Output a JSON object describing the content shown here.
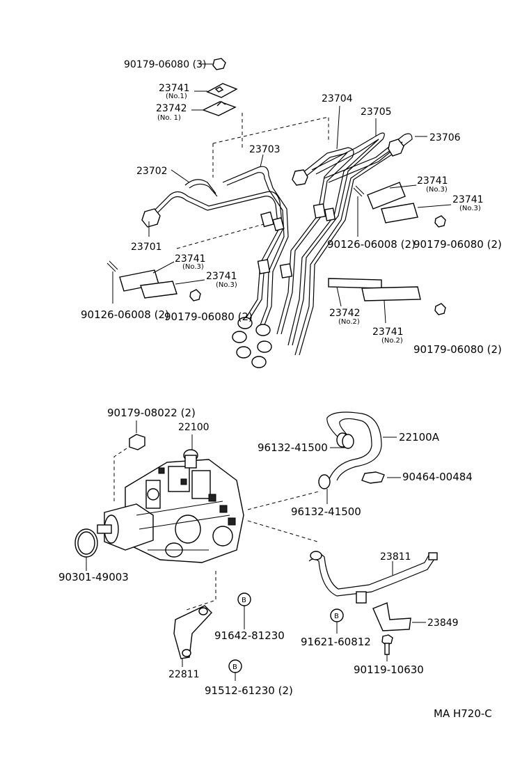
{
  "diagram_code": "MA H720-C",
  "labels": {
    "p_90179_06080_3": "90179-06080 (3)",
    "p_23741_no1": "23741",
    "p_23741_no1_note": "(No.1)",
    "p_23742_no1": "23742",
    "p_23742_no1_note": "(No. 1)",
    "p_23704": "23704",
    "p_23705": "23705",
    "p_23706": "23706",
    "p_23703": "23703",
    "p_23702": "23702",
    "p_23701": "23701",
    "p_23741_no3_a": "23741",
    "p_23741_no3_a_note": "(No.3)",
    "p_23741_no3_b": "23741",
    "p_23741_no3_b_note": "(No.3)",
    "p_90126_06008_r": "90126-06008 (2)",
    "p_90179_06080_r1": "90179-06080 (2)",
    "p_23741_no3_c": "23741",
    "p_23741_no3_c_note": "(No.3)",
    "p_23741_no3_d": "23741",
    "p_23741_no3_d_note": "(No.3)",
    "p_90126_06008_l": "90126-06008 (2)",
    "p_90179_06080_l": "90179-06080 (2)",
    "p_23742_no2": "23742",
    "p_23742_no2_note": "(No.2)",
    "p_23741_no2": "23741",
    "p_23741_no2_note": "(No.2)",
    "p_90179_06080_r2": "90179-06080 (2)",
    "p_90179_08022": "90179-08022 (2)",
    "p_22100": "22100",
    "p_96132_41500_a": "96132-41500",
    "p_22100A": "22100A",
    "p_90464_00484": "90464-00484",
    "p_96132_41500_b": "96132-41500",
    "p_90301_49003": "90301-49003",
    "p_23811": "23811",
    "p_23849": "23849",
    "p_91642_81230": "91642-81230",
    "p_91621_60812": "91621-60812",
    "p_90119_10630": "90119-10630",
    "p_22811": "22811",
    "p_91512_61230": "91512-61230 (2)",
    "bolt_marker": "B"
  }
}
